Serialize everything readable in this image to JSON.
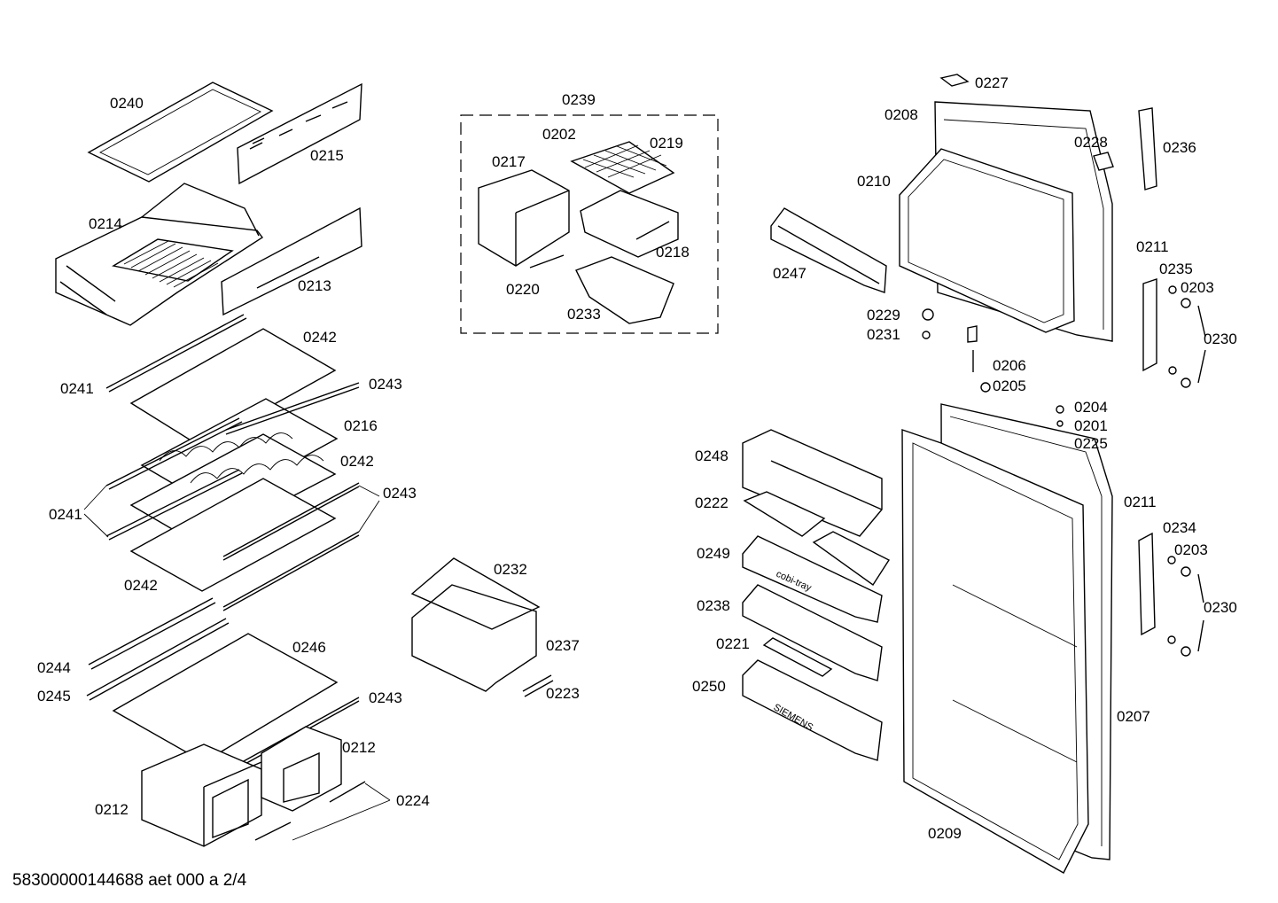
{
  "diagram": {
    "footer_code": "58300000144688 aet 000 a 2/4",
    "brand_text": "SIEMENS",
    "tray_text": "cobi-tray",
    "part_labels": [
      "0240",
      "0215",
      "0214",
      "0213",
      "0242",
      "0241",
      "0243",
      "0216",
      "0242",
      "0241",
      "0243",
      "0242",
      "0244",
      "0245",
      "0246",
      "0243",
      "0212",
      "0212",
      "0224",
      "0239",
      "0202",
      "0219",
      "0217",
      "0218",
      "0220",
      "0233",
      "0232",
      "0237",
      "0223",
      "0227",
      "0208",
      "0228",
      "0236",
      "0210",
      "0247",
      "0211",
      "0235",
      "0203",
      "0230",
      "0229",
      "0231",
      "0206",
      "0205",
      "0204",
      "0201",
      "0225",
      "0248",
      "0222",
      "0211",
      "0234",
      "0249",
      "0203",
      "0230",
      "0238",
      "0221",
      "0250",
      "0207",
      "0209"
    ]
  }
}
